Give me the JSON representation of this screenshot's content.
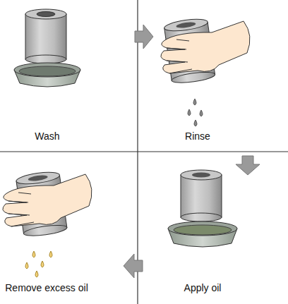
{
  "diagram": {
    "labels": [
      "Wash",
      "Rinse",
      "Apply oil",
      "Remove excess oil"
    ]
  }
}
